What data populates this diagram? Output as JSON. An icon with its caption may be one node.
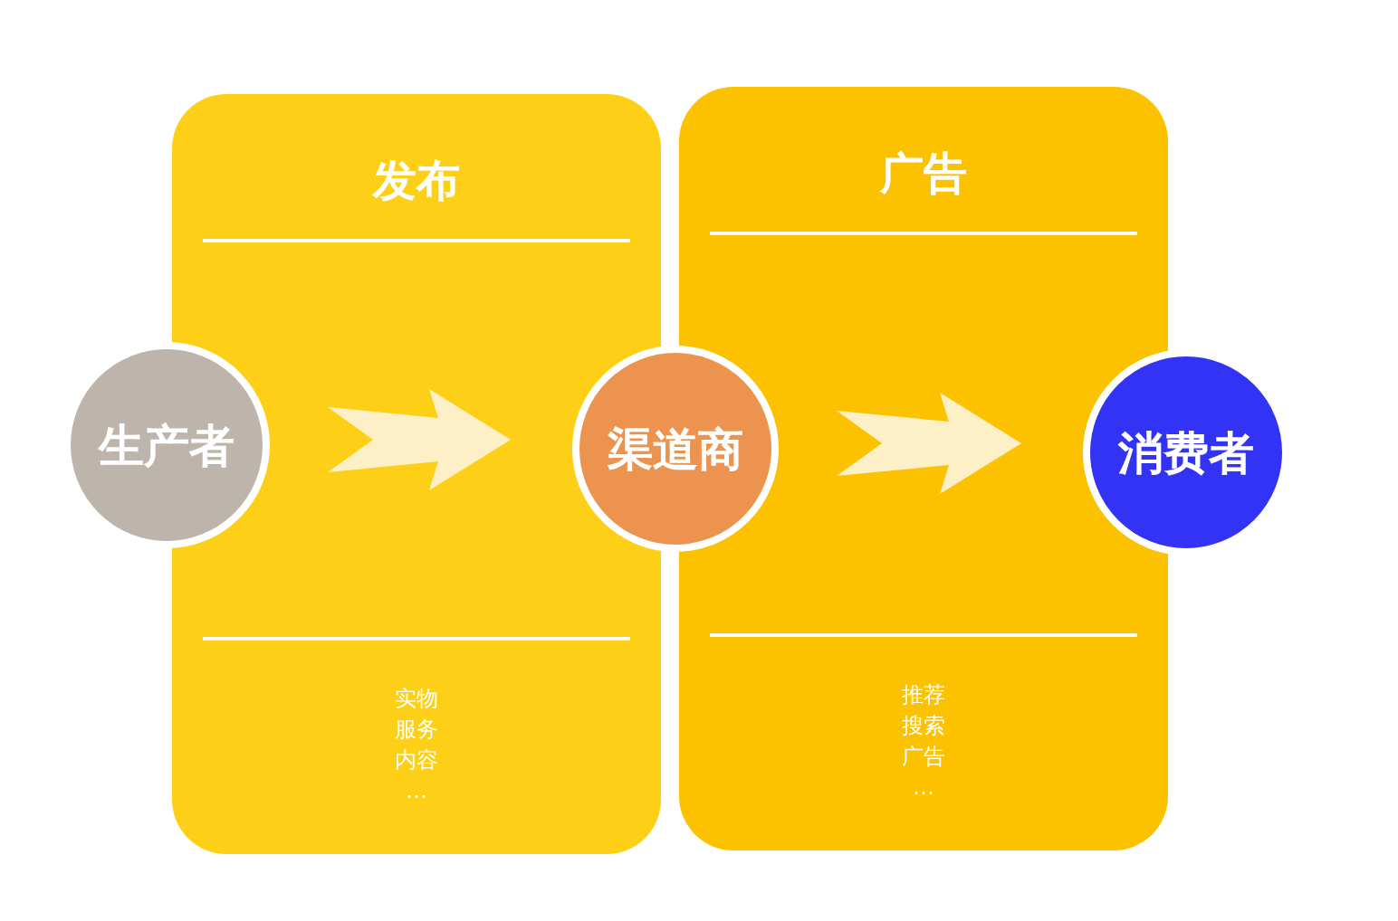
{
  "diagram": {
    "nodes": [
      {
        "text": [
          "发布",
          "实物",
          "服务",
          "内容",
          "…"
        ]
      },
      {
        "text": [
          "广告",
          "推荐",
          "搜索",
          "广告",
          "…"
        ]
      },
      {
        "text": [
          "生产者"
        ]
      },
      {
        "text": [
          "渠道商"
        ]
      },
      {
        "text": [
          "消费者"
        ]
      }
    ],
    "edges": [
      {
        "from": 2,
        "to": 3,
        "arrow": "to"
      },
      {
        "from": 3,
        "to": 4,
        "arrow": "to"
      }
    ]
  }
}
